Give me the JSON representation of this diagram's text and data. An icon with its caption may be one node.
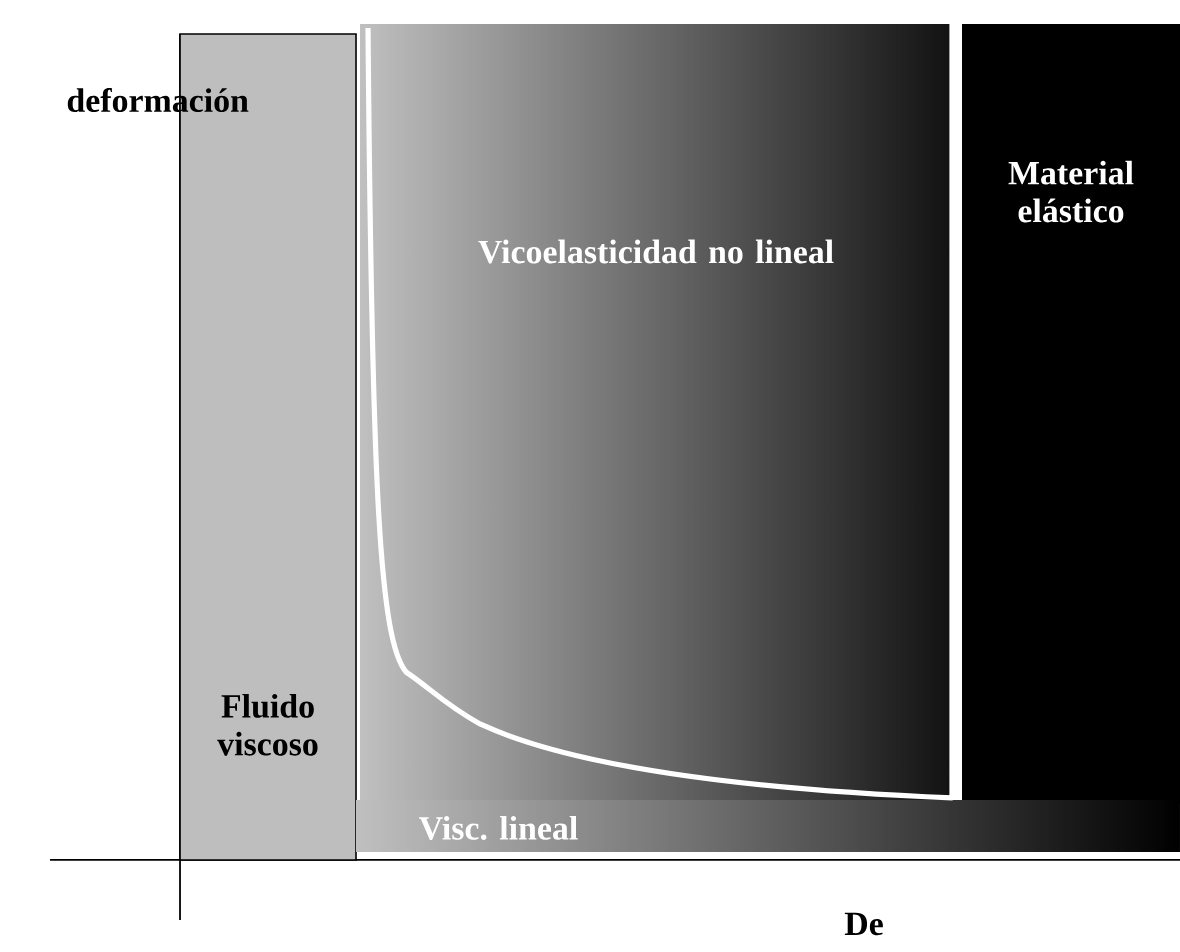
{
  "diagram": {
    "nodes": [
      {
        "text": [
          "Fluido viscoso"
        ]
      },
      {
        "text": [
          "Vicoelasticidad no lineal"
        ]
      },
      {
        "text": [
          "Material elástico"
        ]
      },
      {
        "text": [
          "Visc. lineal"
        ]
      }
    ],
    "labels": [
      "deformación",
      "De"
    ]
  }
}
